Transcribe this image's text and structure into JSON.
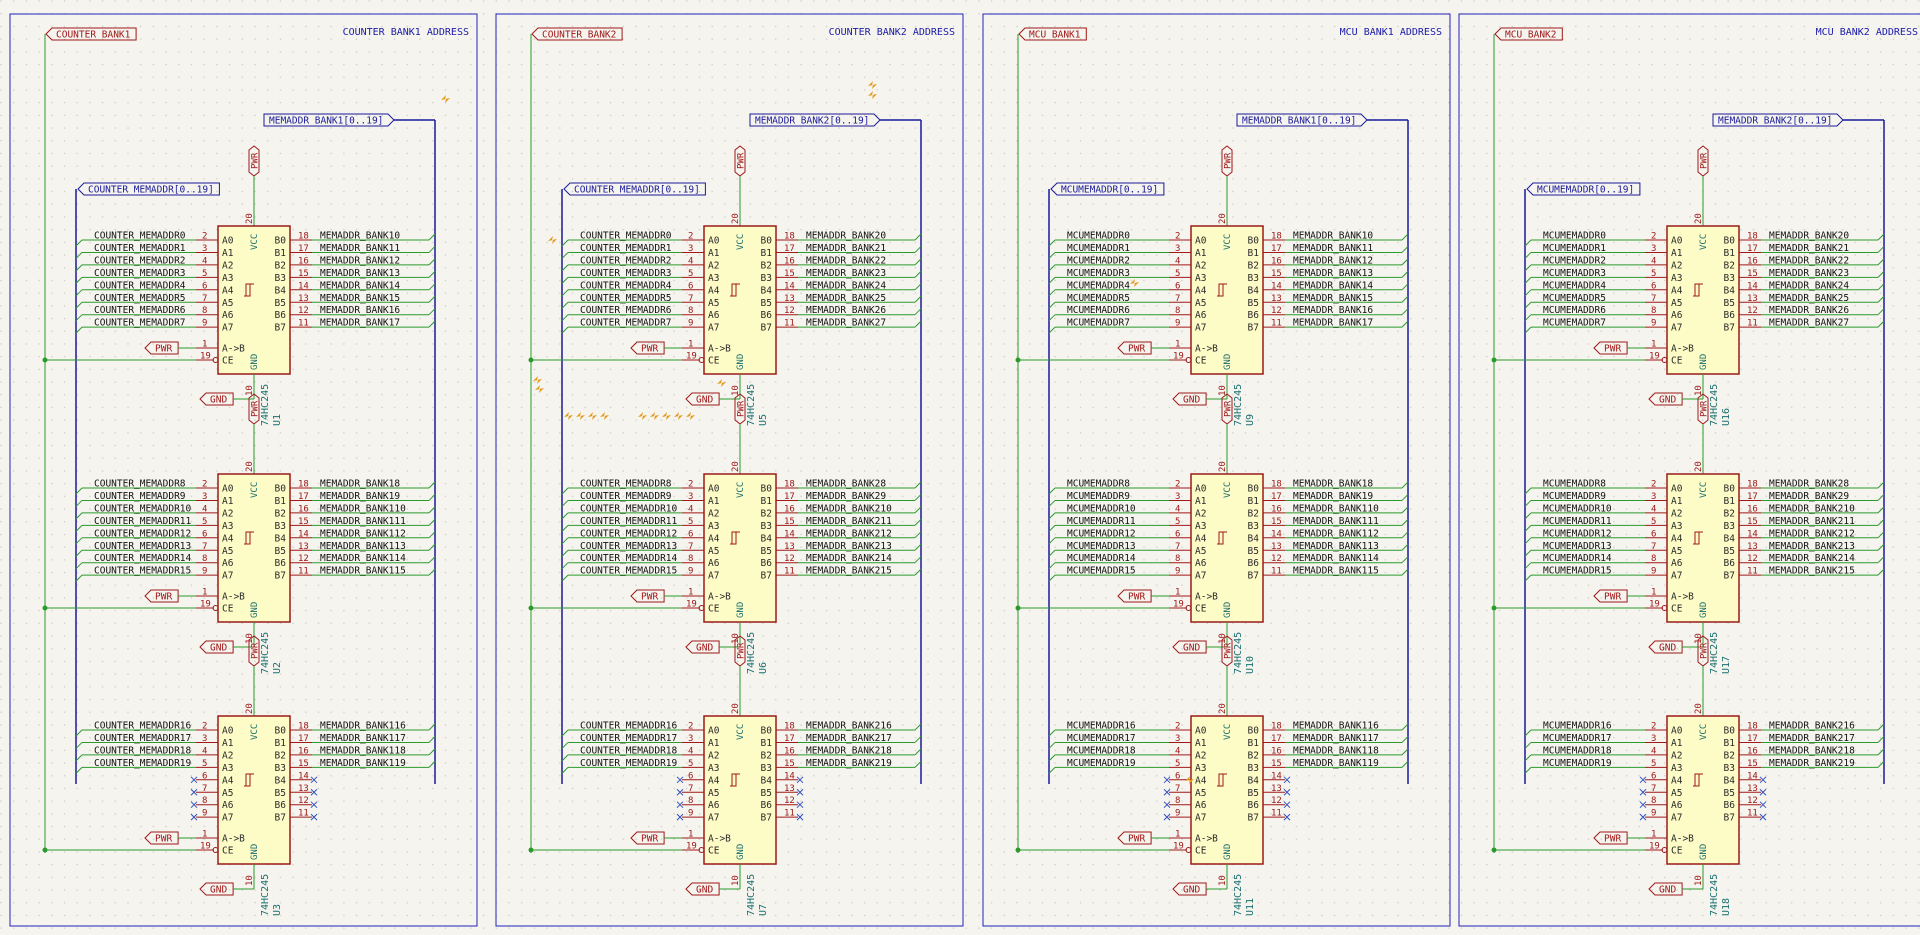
{
  "colors": {
    "background": "#f5f4ef",
    "grid_dot": "#cfcdc4",
    "sheet_border": "#2424b8",
    "title_text": "#1a1aa8",
    "wire_green": "#2b9a2b",
    "bus_blue": "#1a1a9a",
    "chip_fill": "#fdfbc6",
    "chip_border": "#9b1a1a",
    "pin_red": "#a01818",
    "pin_text": "#2a2a2a",
    "net_text": "#111111",
    "ref_text": "#1b6f6f",
    "noconnect": "#3050c0",
    "marker": "#e69a1a"
  },
  "sections": [
    {
      "title": "COUNTER BANK1 ADDRESS",
      "enable_label": "COUNTER_BANK1",
      "input_bus_label": "COUNTER_MEMADDR[0..19]",
      "output_bus_label": "MEMADDR_BANK1[0..19]",
      "chips": [
        {
          "ref": "U1",
          "value": "74HC245",
          "inputs": [
            "COUNTER_MEMADDR0",
            "COUNTER_MEMADDR1",
            "COUNTER_MEMADDR2",
            "COUNTER_MEMADDR3",
            "COUNTER_MEMADDR4",
            "COUNTER_MEMADDR5",
            "COUNTER_MEMADDR6",
            "COUNTER_MEMADDR7"
          ],
          "outputs": [
            "MEMADDR_BANK10",
            "MEMADDR_BANK11",
            "MEMADDR_BANK12",
            "MEMADDR_BANK13",
            "MEMADDR_BANK14",
            "MEMADDR_BANK15",
            "MEMADDR_BANK16",
            "MEMADDR_BANK17"
          ]
        },
        {
          "ref": "U2",
          "value": "74HC245",
          "inputs": [
            "COUNTER_MEMADDR8",
            "COUNTER_MEMADDR9",
            "COUNTER_MEMADDR10",
            "COUNTER_MEMADDR11",
            "COUNTER_MEMADDR12",
            "COUNTER_MEMADDR13",
            "COUNTER_MEMADDR14",
            "COUNTER_MEMADDR15"
          ],
          "outputs": [
            "MEMADDR_BANK18",
            "MEMADDR_BANK19",
            "MEMADDR_BANK110",
            "MEMADDR_BANK111",
            "MEMADDR_BANK112",
            "MEMADDR_BANK113",
            "MEMADDR_BANK114",
            "MEMADDR_BANK115"
          ]
        },
        {
          "ref": "U3",
          "value": "74HC245",
          "inputs": [
            "COUNTER_MEMADDR16",
            "COUNTER_MEMADDR17",
            "COUNTER_MEMADDR18",
            "COUNTER_MEMADDR19"
          ],
          "outputs": [
            "MEMADDR_BANK116",
            "MEMADDR_BANK117",
            "MEMADDR_BANK118",
            "MEMADDR_BANK119"
          ]
        }
      ]
    },
    {
      "title": "COUNTER BANK2 ADDRESS",
      "enable_label": "COUNTER_BANK2",
      "input_bus_label": "COUNTER_MEMADDR[0..19]",
      "output_bus_label": "MEMADDR_BANK2[0..19]",
      "chips": [
        {
          "ref": "U5",
          "value": "74HC245",
          "inputs": [
            "COUNTER_MEMADDR0",
            "COUNTER_MEMADDR1",
            "COUNTER_MEMADDR2",
            "COUNTER_MEMADDR3",
            "COUNTER_MEMADDR4",
            "COUNTER_MEMADDR5",
            "COUNTER_MEMADDR6",
            "COUNTER_MEMADDR7"
          ],
          "outputs": [
            "MEMADDR_BANK20",
            "MEMADDR_BANK21",
            "MEMADDR_BANK22",
            "MEMADDR_BANK23",
            "MEMADDR_BANK24",
            "MEMADDR_BANK25",
            "MEMADDR_BANK26",
            "MEMADDR_BANK27"
          ]
        },
        {
          "ref": "U6",
          "value": "74HC245",
          "inputs": [
            "COUNTER_MEMADDR8",
            "COUNTER_MEMADDR9",
            "COUNTER_MEMADDR10",
            "COUNTER_MEMADDR11",
            "COUNTER_MEMADDR12",
            "COUNTER_MEMADDR13",
            "COUNTER_MEMADDR14",
            "COUNTER_MEMADDR15"
          ],
          "outputs": [
            "MEMADDR_BANK28",
            "MEMADDR_BANK29",
            "MEMADDR_BANK210",
            "MEMADDR_BANK211",
            "MEMADDR_BANK212",
            "MEMADDR_BANK213",
            "MEMADDR_BANK214",
            "MEMADDR_BANK215"
          ]
        },
        {
          "ref": "U7",
          "value": "74HC245",
          "inputs": [
            "COUNTER_MEMADDR16",
            "COUNTER_MEMADDR17",
            "COUNTER_MEMADDR18",
            "COUNTER_MEMADDR19"
          ],
          "outputs": [
            "MEMADDR_BANK216",
            "MEMADDR_BANK217",
            "MEMADDR_BANK218",
            "MEMADDR_BANK219"
          ]
        }
      ]
    },
    {
      "title": "MCU BANK1 ADDRESS",
      "enable_label": "MCU_BANK1",
      "input_bus_label": "MCUMEMADDR[0..19]",
      "output_bus_label": "MEMADDR_BANK1[0..19]",
      "chips": [
        {
          "ref": "U9",
          "value": "74HC245",
          "inputs": [
            "MCUMEMADDR0",
            "MCUMEMADDR1",
            "MCUMEMADDR2",
            "MCUMEMADDR3",
            "MCUMEMADDR4",
            "MCUMEMADDR5",
            "MCUMEMADDR6",
            "MCUMEMADDR7"
          ],
          "outputs": [
            "MEMADDR_BANK10",
            "MEMADDR_BANK11",
            "MEMADDR_BANK12",
            "MEMADDR_BANK13",
            "MEMADDR_BANK14",
            "MEMADDR_BANK15",
            "MEMADDR_BANK16",
            "MEMADDR_BANK17"
          ]
        },
        {
          "ref": "U10",
          "value": "74HC245",
          "inputs": [
            "MCUMEMADDR8",
            "MCUMEMADDR9",
            "MCUMEMADDR10",
            "MCUMEMADDR11",
            "MCUMEMADDR12",
            "MCUMEMADDR13",
            "MCUMEMADDR14",
            "MCUMEMADDR15"
          ],
          "outputs": [
            "MEMADDR_BANK18",
            "MEMADDR_BANK19",
            "MEMADDR_BANK110",
            "MEMADDR_BANK111",
            "MEMADDR_BANK112",
            "MEMADDR_BANK113",
            "MEMADDR_BANK114",
            "MEMADDR_BANK115"
          ]
        },
        {
          "ref": "U11",
          "value": "74HC245",
          "inputs": [
            "MCUMEMADDR16",
            "MCUMEMADDR17",
            "MCUMEMADDR18",
            "MCUMEMADDR19"
          ],
          "outputs": [
            "MEMADDR_BANK116",
            "MEMADDR_BANK117",
            "MEMADDR_BANK118",
            "MEMADDR_BANK119"
          ]
        }
      ]
    },
    {
      "title": "MCU BANK2 ADDRESS",
      "enable_label": "MCU_BANK2",
      "input_bus_label": "MCUMEMADDR[0..19]",
      "output_bus_label": "MEMADDR_BANK2[0..19]",
      "chips": [
        {
          "ref": "U16",
          "value": "74HC245",
          "inputs": [
            "MCUMEMADDR0",
            "MCUMEMADDR1",
            "MCUMEMADDR2",
            "MCUMEMADDR3",
            "MCUMEMADDR4",
            "MCUMEMADDR5",
            "MCUMEMADDR6",
            "MCUMEMADDR7"
          ],
          "outputs": [
            "MEMADDR_BANK20",
            "MEMADDR_BANK21",
            "MEMADDR_BANK22",
            "MEMADDR_BANK23",
            "MEMADDR_BANK24",
            "MEMADDR_BANK25",
            "MEMADDR_BANK26",
            "MEMADDR_BANK27"
          ]
        },
        {
          "ref": "U17",
          "value": "74HC245",
          "inputs": [
            "MCUMEMADDR8",
            "MCUMEMADDR9",
            "MCUMEMADDR10",
            "MCUMEMADDR11",
            "MCUMEMADDR12",
            "MCUMEMADDR13",
            "MCUMEMADDR14",
            "MCUMEMADDR15"
          ],
          "outputs": [
            "MEMADDR_BANK28",
            "MEMADDR_BANK29",
            "MEMADDR_BANK210",
            "MEMADDR_BANK211",
            "MEMADDR_BANK212",
            "MEMADDR_BANK213",
            "MEMADDR_BANK214",
            "MEMADDR_BANK215"
          ]
        },
        {
          "ref": "U18",
          "value": "74HC245",
          "inputs": [
            "MCUMEMADDR16",
            "MCUMEMADDR17",
            "MCUMEMADDR18",
            "MCUMEMADDR19"
          ],
          "outputs": [
            "MEMADDR_BANK216",
            "MEMADDR_BANK217",
            "MEMADDR_BANK218",
            "MEMADDR_BANK219"
          ]
        }
      ]
    }
  ],
  "chip_pins": {
    "a_names": [
      "A0",
      "A1",
      "A2",
      "A3",
      "A4",
      "A5",
      "A6",
      "A7"
    ],
    "b_names": [
      "B0",
      "B1",
      "B2",
      "B3",
      "B4",
      "B5",
      "B6",
      "B7"
    ],
    "a_numbers": [
      "2",
      "3",
      "4",
      "5",
      "6",
      "7",
      "8",
      "9"
    ],
    "b_numbers": [
      "18",
      "17",
      "16",
      "15",
      "14",
      "13",
      "12",
      "11"
    ],
    "vcc_name": "VCC",
    "gnd_name": "GND",
    "dir_name": "A->B",
    "ce_name": "CE",
    "vcc_number": "20",
    "gnd_number": "10",
    "dir_number": "1",
    "ce_number": "19"
  },
  "power_labels": {
    "pwr": "PWR",
    "gnd": "GND"
  }
}
